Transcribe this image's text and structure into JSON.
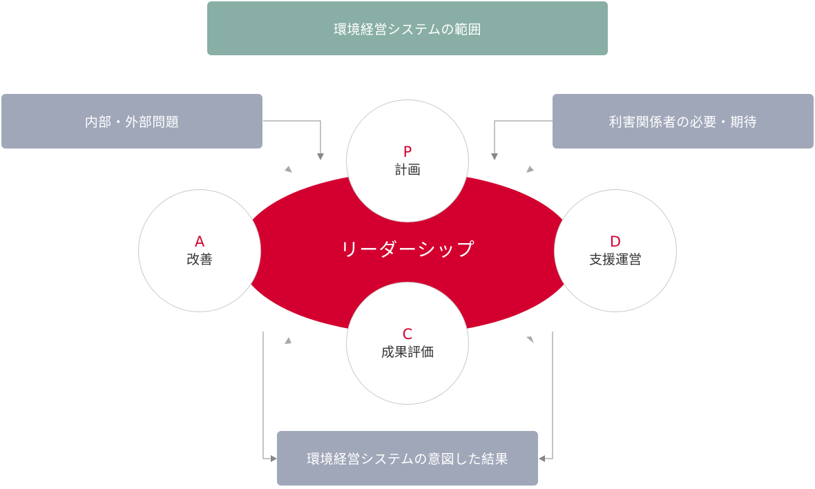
{
  "top_box": "環境経営システムの範囲",
  "left_box": "内部・外部問題",
  "right_box": "利害関係者の必要・期待",
  "bottom_box": "環境経営システムの意図した結果",
  "center": "リーダーシップ",
  "cycle": {
    "plan": {
      "letter": "P",
      "label": "計画"
    },
    "act": {
      "letter": "A",
      "label": "改善"
    },
    "do": {
      "letter": "D",
      "label": "支援運営"
    },
    "check": {
      "letter": "C",
      "label": "成果評価"
    }
  },
  "colors": {
    "accent_red": "#d3002f",
    "scope_green": "#88aea5",
    "box_gray": "#a0a7b9",
    "arrow_gray": "#888888"
  }
}
